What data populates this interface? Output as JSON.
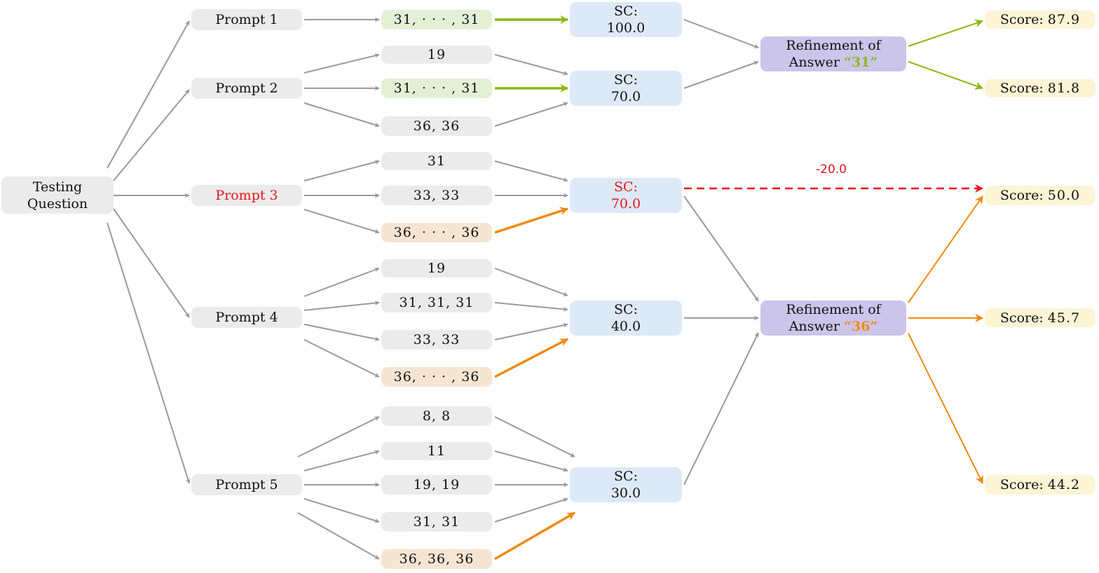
{
  "question": {
    "line1": "Testing",
    "line2": "Question"
  },
  "prompts": [
    "Prompt 1",
    "Prompt 2",
    "Prompt 3",
    "Prompt 4",
    "Prompt 5"
  ],
  "answers": {
    "p1": [
      "31, · · · , 31"
    ],
    "p2": [
      "19",
      "31, · · · , 31",
      "36, 36"
    ],
    "p3": [
      "31",
      "33, 33",
      "36, · · · , 36"
    ],
    "p4": [
      "19",
      "31, 31, 31",
      "33, 33",
      "36, · · · , 36"
    ],
    "p5": [
      "8, 8",
      "11",
      "19, 19",
      "31, 31",
      "36, 36, 36"
    ]
  },
  "sc": [
    {
      "label": "SC:",
      "value": "100.0"
    },
    {
      "label": "SC:",
      "value": "70.0"
    },
    {
      "label": "SC:",
      "value": "70.0"
    },
    {
      "label": "SC:",
      "value": "40.0"
    },
    {
      "label": "SC:",
      "value": "30.0"
    }
  ],
  "refinement": [
    {
      "line1": "Refinement of",
      "line2_prefix": "Answer ",
      "answer": "“31”"
    },
    {
      "line1": "Refinement of",
      "line2_prefix": "Answer ",
      "answer": "“36”"
    }
  ],
  "scores": [
    {
      "label": "Score:",
      "value": "87.9"
    },
    {
      "label": "Score:",
      "value": "81.8"
    },
    {
      "label": "Score:",
      "value": "50.0"
    },
    {
      "label": "Score:",
      "value": "45.7"
    },
    {
      "label": "Score:",
      "value": "44.2"
    }
  ],
  "delta_label": "-20.0",
  "colors": {
    "arrow_gray": "#9a9a9a",
    "arrow_green": "#8aba0f",
    "arrow_orange": "#f08a12",
    "arrow_red": "#e8141a"
  }
}
